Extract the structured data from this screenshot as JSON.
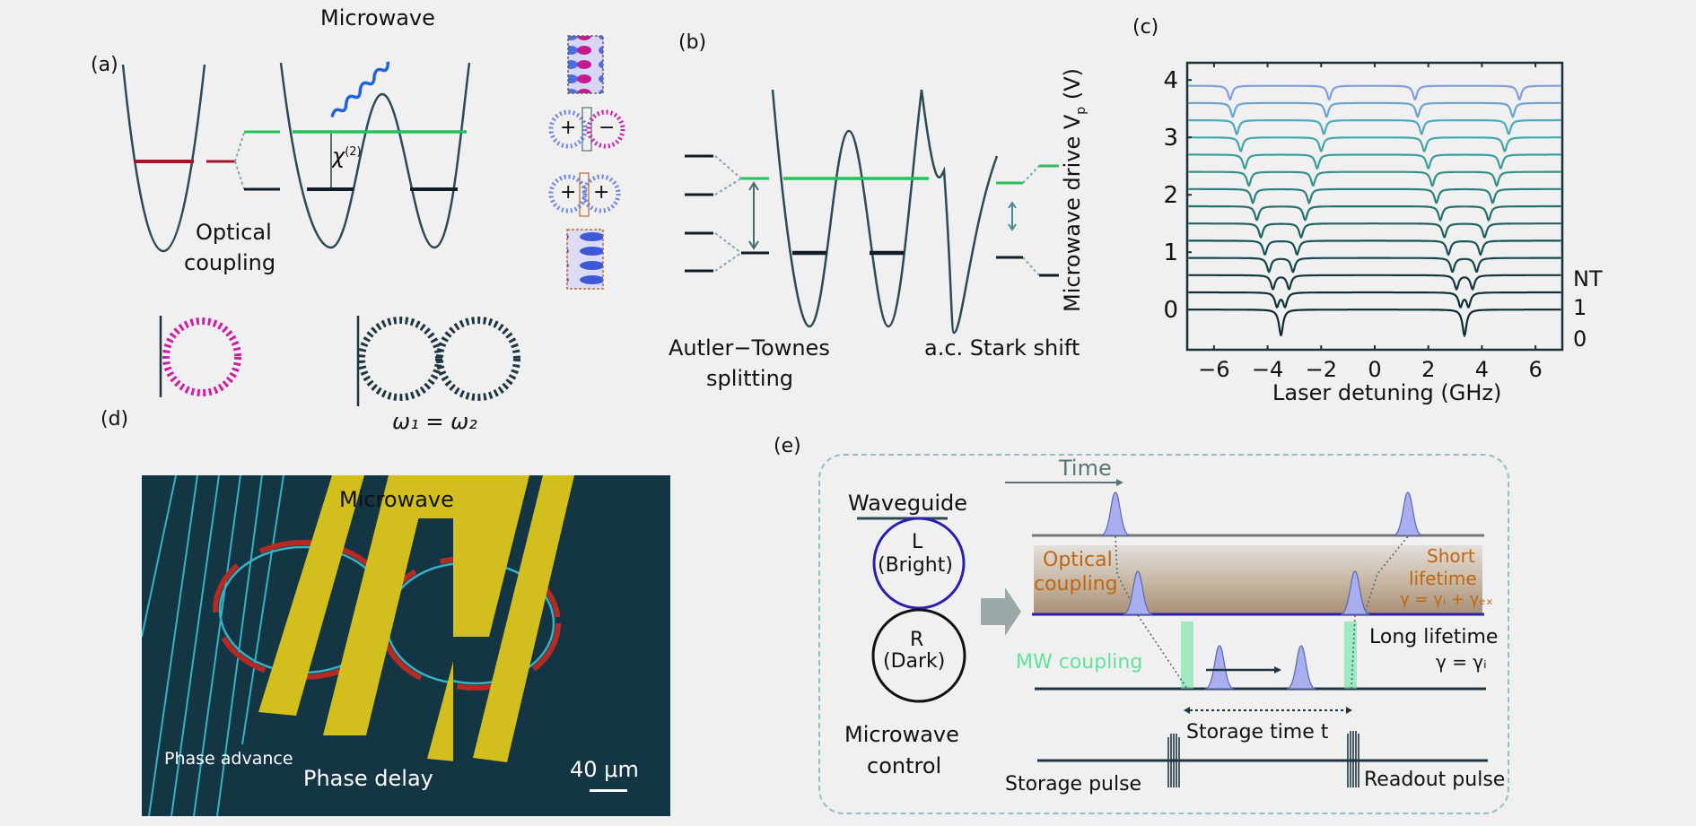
{
  "panels": {
    "a": {
      "label": "(a)",
      "microwave_label": "Microwave",
      "optical_coupling_line1": "Optical",
      "optical_coupling_line2": "coupling",
      "chi_label": "χ",
      "chi_superscript": "(2)",
      "mode_signs": [
        {
          "left": "+",
          "right": "−"
        },
        {
          "left": "+",
          "right": "+"
        }
      ],
      "ring_condition": "ω₁ = ω₂",
      "colors": {
        "red_level": "#a0152c",
        "green_level": "#22c35a",
        "black_level": "#0f1d26",
        "well": "#2c4a55",
        "microwave_wave": "#1f64d8",
        "ring_magenta": "#cc1fa8",
        "ring_dark": "#1f3642"
      }
    },
    "b": {
      "label": "(b)",
      "autler_townes_line1": "Autler−Townes",
      "autler_townes_line2": "splitting",
      "stark_label": "a.c. Stark shift"
    },
    "d": {
      "label": "(d)",
      "microwave_label": "Microwave",
      "phase_advance": "Phase advance",
      "phase_delay": "Phase delay",
      "scale_bar": "40 μm",
      "colors": {
        "substrate": "#123342",
        "electrode": "#d2bf1e",
        "waveguide": "#32b6c8",
        "ring_red": "#b52a22"
      }
    },
    "e": {
      "label": "(e)",
      "time_label": "Time",
      "waveguide_label": "Waveguide",
      "mode_L_line1": "L",
      "mode_L_line2": "(Bright)",
      "mode_R_line1": "R",
      "mode_R_line2": "(Dark)",
      "microwave_control_line1": "Microwave",
      "microwave_control_line2": "control",
      "optical_coupling_line1": "Optical",
      "optical_coupling_line2": "coupling",
      "short_lifetime_line1": "Short",
      "short_lifetime_line2": "lifetime",
      "short_lifetime_formula": "γ = γᵢ + γₑₓ",
      "long_lifetime_line1": "Long lifetime",
      "long_lifetime_formula": "γ = γᵢ",
      "mw_coupling": "MW coupling",
      "storage_time": "Storage time t",
      "storage_pulse": "Storage pulse",
      "readout_pulse": "Readout pulse",
      "colors": {
        "bright_ring": "#2a1fb0",
        "dark_ring": "#111111",
        "pulse_fill": "#a9aef0",
        "pulse_edge": "#5a6aa8",
        "mw_green": "#5fe39a",
        "orange_text": "#c0650f",
        "frame": "#8fbfc4"
      }
    }
  },
  "chart_data": {
    "type": "line",
    "panel_label": "(c)",
    "title": "",
    "xlabel": "Laser detuning (GHz)",
    "ylabel": "Microwave drive V",
    "ylabel_subscript": "p",
    "ylabel_unit": " (V)",
    "xlim": [
      -7,
      7
    ],
    "ylim": [
      -0.7,
      4.3
    ],
    "x_ticks": [
      -6,
      -4,
      -2,
      0,
      2,
      4,
      6
    ],
    "x_tick_labels": [
      "−6",
      "−4",
      "−2",
      "0",
      "2",
      "4",
      "6"
    ],
    "y_ticks": [
      0,
      1,
      2,
      3,
      4
    ],
    "y_tick_labels": [
      "0",
      "1",
      "2",
      "3",
      "4"
    ],
    "right_annotations": [
      {
        "text": "NT",
        "y": 0.55
      },
      {
        "text": "1",
        "y": 0.05
      },
      {
        "text": "0",
        "y": -0.5
      }
    ],
    "dip_centers_GHz": [
      -3.5,
      3.35
    ],
    "dip_depth_offset": 0.15,
    "center_dip_depth": 0.45,
    "series": [
      {
        "name": "V=0.0",
        "offset": 0.0,
        "dips": [
          -3.5,
          3.35
        ],
        "color": "#0d2a30"
      },
      {
        "name": "V=0.3",
        "offset": 0.3,
        "dips": [
          -3.65,
          -3.35,
          3.2,
          3.5
        ],
        "color": "#0f3036"
      },
      {
        "name": "V=0.6",
        "offset": 0.6,
        "dips": [
          -3.8,
          -3.2,
          3.05,
          3.65
        ],
        "color": "#12393f"
      },
      {
        "name": "V=0.9",
        "offset": 0.9,
        "dips": [
          -3.95,
          -3.05,
          2.9,
          3.8
        ],
        "color": "#15464c"
      },
      {
        "name": "V=1.2",
        "offset": 1.2,
        "dips": [
          -4.1,
          -2.9,
          2.75,
          3.95
        ],
        "color": "#1a5357"
      },
      {
        "name": "V=1.5",
        "offset": 1.5,
        "dips": [
          -4.25,
          -2.75,
          2.6,
          4.1
        ],
        "color": "#1f6264"
      },
      {
        "name": "V=1.8",
        "offset": 1.8,
        "dips": [
          -4.4,
          -2.6,
          2.45,
          4.25
        ],
        "color": "#247270"
      },
      {
        "name": "V=2.1",
        "offset": 2.1,
        "dips": [
          -4.55,
          -2.45,
          2.3,
          4.4
        ],
        "color": "#2a817d"
      },
      {
        "name": "V=2.4",
        "offset": 2.4,
        "dips": [
          -4.7,
          -2.3,
          2.15,
          4.55
        ],
        "color": "#329189"
      },
      {
        "name": "V=2.7",
        "offset": 2.7,
        "dips": [
          -4.85,
          -2.15,
          2.0,
          4.7
        ],
        "color": "#3a9e98"
      },
      {
        "name": "V=3.0",
        "offset": 3.0,
        "dips": [
          -5.0,
          -2.0,
          1.85,
          4.85
        ],
        "color": "#44a7a7"
      },
      {
        "name": "V=3.3",
        "offset": 3.3,
        "dips": [
          -5.15,
          -1.9,
          1.75,
          5.0
        ],
        "color": "#4fa9b8"
      },
      {
        "name": "V=3.6",
        "offset": 3.6,
        "dips": [
          -5.3,
          -1.8,
          1.6,
          5.15
        ],
        "color": "#6aa4cf"
      },
      {
        "name": "V=3.9",
        "offset": 3.9,
        "dips": [
          -5.4,
          -1.7,
          1.5,
          5.4
        ],
        "color": "#7f9fe0"
      }
    ]
  }
}
